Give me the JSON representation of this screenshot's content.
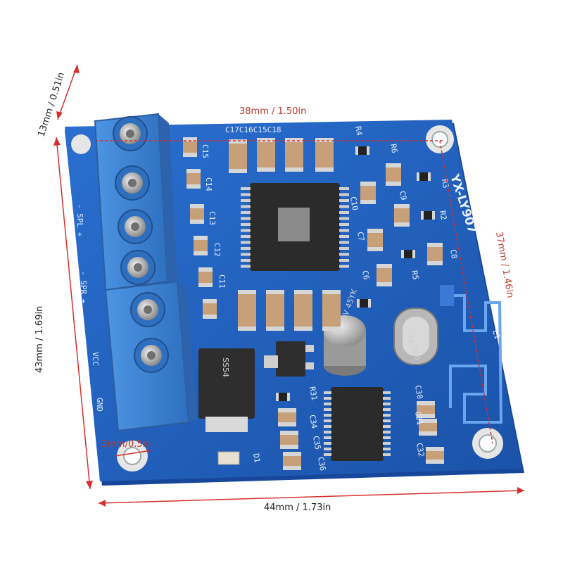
{
  "dimensions": {
    "top_width": "38mm / 1.50in",
    "right_height": "37mm / 1.46in",
    "bottom_width": "44mm / 1.73in",
    "left_height": "43mm / 1.69in",
    "thickness": "13mm / 0.51in",
    "hole_offset": "3mm/0.5in"
  },
  "board": {
    "model": "YX-LY907",
    "terminal_labels": [
      "- SPL +",
      "- SPR +",
      "VCC",
      "GND"
    ],
    "cap_top_labels": "C17C16C15C18",
    "cap_left_labels": [
      "C15",
      "C14",
      "C13",
      "C12",
      "C11"
    ],
    "resistor_labels": [
      "R4",
      "R6",
      "R3",
      "R2",
      "R5"
    ],
    "cap_right_labels": [
      "C9",
      "C10",
      "C7",
      "C6",
      "C8"
    ],
    "bottom_labels": [
      "C30",
      "C31",
      "C32",
      "R31",
      "C34",
      "C35",
      "C36",
      "D1"
    ],
    "electrolytic_cap": "47 16V 45YK",
    "crystal": "24.000",
    "diode": "SS54",
    "inductor_label": "L1"
  },
  "colors": {
    "pcb": "#1f5fbf",
    "pcb_edge": "#16479a",
    "terminal": "#3f86d6",
    "dimension_line": "#d63030"
  }
}
